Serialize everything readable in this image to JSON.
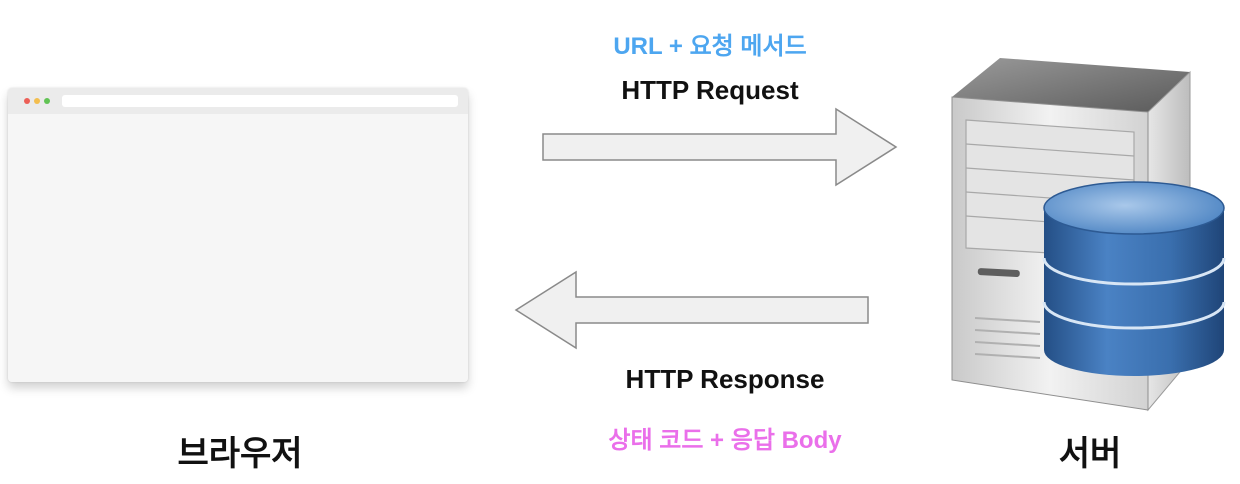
{
  "request": {
    "method_label": "URL + 요청 메서드",
    "title": "HTTP Request"
  },
  "response": {
    "title": "HTTP Response",
    "status_label": "상태 코드 + 응답 Body"
  },
  "browser": {
    "caption": "브라우저"
  },
  "server": {
    "caption": "서버",
    "icon": "server-database-icon"
  },
  "colors": {
    "request_label": "#4da6f0",
    "response_label": "#ea6fea",
    "arrow_fill": "#f0f0f0",
    "arrow_stroke": "#8a8a8a",
    "db_blue": "#3d74b4"
  }
}
